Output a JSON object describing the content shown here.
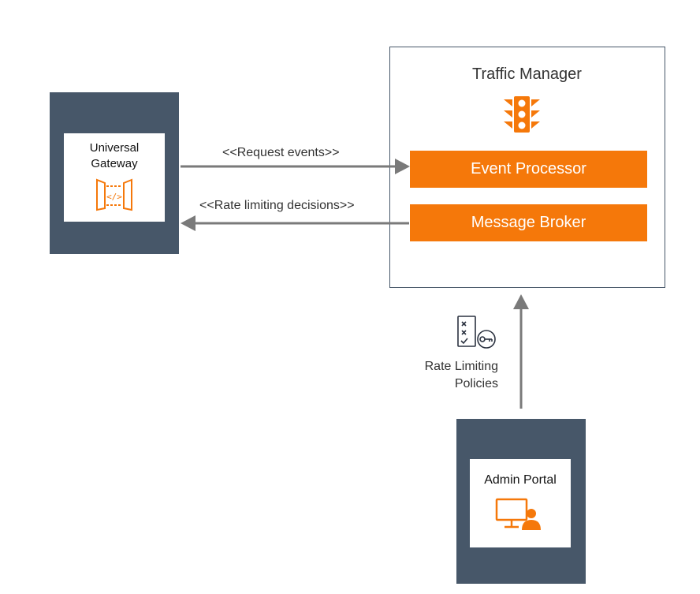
{
  "gateway": {
    "title_line1": "Universal",
    "title_line2": "Gateway"
  },
  "traffic_manager": {
    "title": "Traffic Manager",
    "event_processor": "Event Processor",
    "message_broker": "Message Broker"
  },
  "arrows": {
    "request_events": "<<Request events>>",
    "rate_limiting_decisions": "<<Rate limiting decisions>>",
    "policies_line1": "Rate Limiting",
    "policies_line2": "Policies"
  },
  "admin_portal": {
    "title": "Admin Portal"
  },
  "colors": {
    "panel": "#475769",
    "accent": "#f5780a",
    "arrow": "#7a7a7a"
  },
  "icons": {
    "gateway": "api-gateway-icon",
    "traffic_manager": "traffic-light-icon",
    "policies": "policy-key-icon",
    "admin": "monitor-user-icon"
  }
}
